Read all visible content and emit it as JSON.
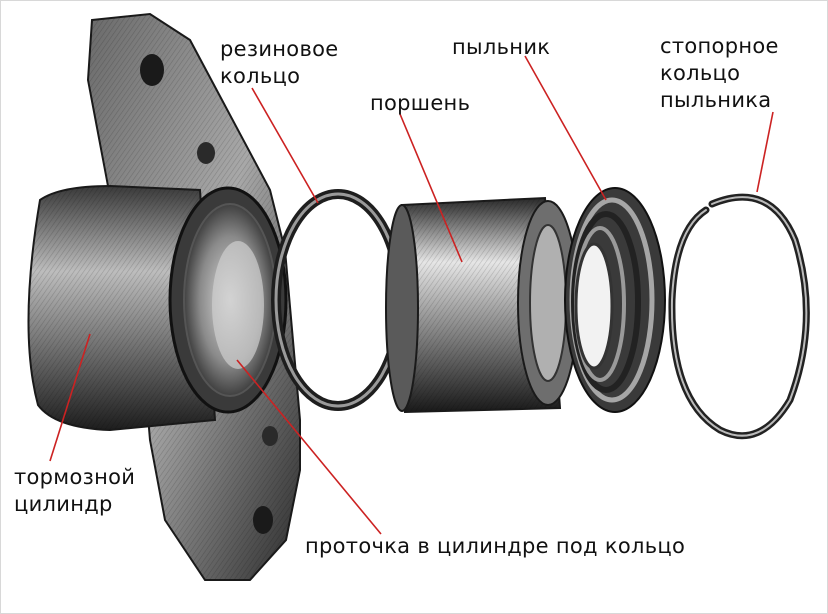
{
  "labels": {
    "rubber_ring": [
      "резиновое",
      "кольцо"
    ],
    "piston": "поршень",
    "boot": "пыльник",
    "retaining_ring": [
      "стопорное",
      "кольцо",
      "пыльника"
    ],
    "brake_cylinder": [
      "тормозной",
      "цилиндр"
    ],
    "groove": "проточка в цилиндре под кольцо"
  },
  "colors": {
    "leader_line": "#cc2222",
    "metal_dark": "#2a2a2a",
    "metal_mid": "#7a7a7a",
    "metal_light": "#d8d8d8"
  }
}
